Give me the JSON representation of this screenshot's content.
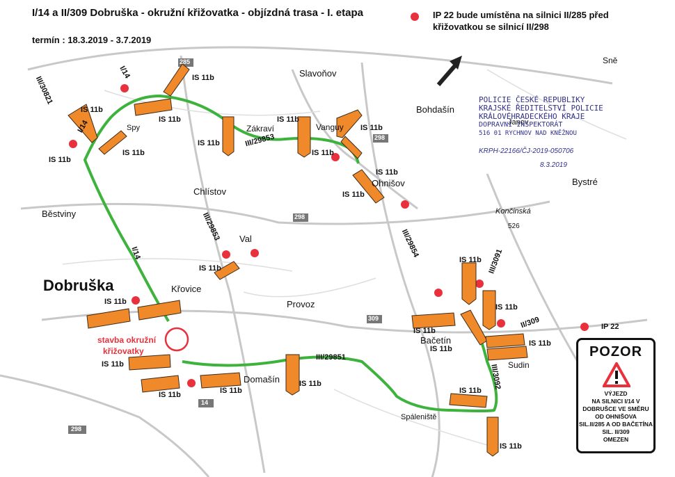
{
  "header": {
    "title": "I/14 a II/309 Dobruška - okružní křižovatka - objízdná trasa - I. etapa",
    "term": "termín : 18.3.2019 - 3.7.2019",
    "ip_note_line1": "IP 22 bude umístěna na silnici II/285 před",
    "ip_note_line2": "křižovatkou se silnicí II/298"
  },
  "colors": {
    "route": "#3db33d",
    "sign_fill": "#f0892a",
    "sign_stroke": "#3a2a1a",
    "ip_dot": "#e8313c",
    "construction_circle": "#e8313c",
    "stamp_ink": "#30308a"
  },
  "places": {
    "dobruska": "Dobruška",
    "slavonov": "Slavoňov",
    "bohdasin": "Bohdašín",
    "chlistov": "Chlístov",
    "bestviny": "Běstviny",
    "val": "Val",
    "krovice": "Křovice",
    "provoz": "Provoz",
    "zakravi": "Zákraví",
    "vanguy": "Vanguy",
    "ohnisov": "Ohnišov",
    "bystre": "Bystré",
    "koncinska": "Končinská",
    "bacetin": "Bačetín",
    "sudin": "Sudin",
    "domasin": "Domašín",
    "spaleniste": "Spáleniště",
    "janov": "Janov",
    "sne": "Sně",
    "spy": "Spy"
  },
  "roads": {
    "r298": "298",
    "r285": "285",
    "r14": "14",
    "r309": "309",
    "i14_a": "I/14",
    "i14_b": "I/14",
    "i14_c": "I/14",
    "r30821": "III/30821",
    "r29853": "III/29853",
    "r29853b": "III/29853",
    "r29854": "III/29854",
    "r3091": "III/3091",
    "r309b": "II/309",
    "r29851": "III/29851",
    "r3092": "III/3092"
  },
  "labels": {
    "is11b": "IS 11b",
    "construction": "stavba okružní",
    "construction2": "křižovatky",
    "ip22": "IP 22",
    "misc_526": "526"
  },
  "stamp": {
    "line1": "POLICIE ČESKÉ REPUBLIKY",
    "line2": "KRAJSKÉ ŘEDITELSTVÍ POLICIE",
    "line3": "KRÁLOVÉHRADECKÉHO KRAJE",
    "line4": "DOPRAVNÍ INSPEKTORÁT",
    "line5": "516 01 RYCHNOV NAD KNĚŽNOU",
    "ref": "KRPH-22166/ČJ-2019-050706",
    "date": "8.3.2019"
  },
  "pozor": {
    "title": "POZOR",
    "line1": "VÝJEZD",
    "line2": "NA SILNICI I/14 V",
    "line3": "DOBRUŠCE VE  SMĚRU",
    "line4": "OD OHNIŠOVA",
    "line5": "SIL.II/285 A OD BAČETÍNA",
    "line6": "SIL. II/309",
    "line7": "OMEZEN"
  }
}
